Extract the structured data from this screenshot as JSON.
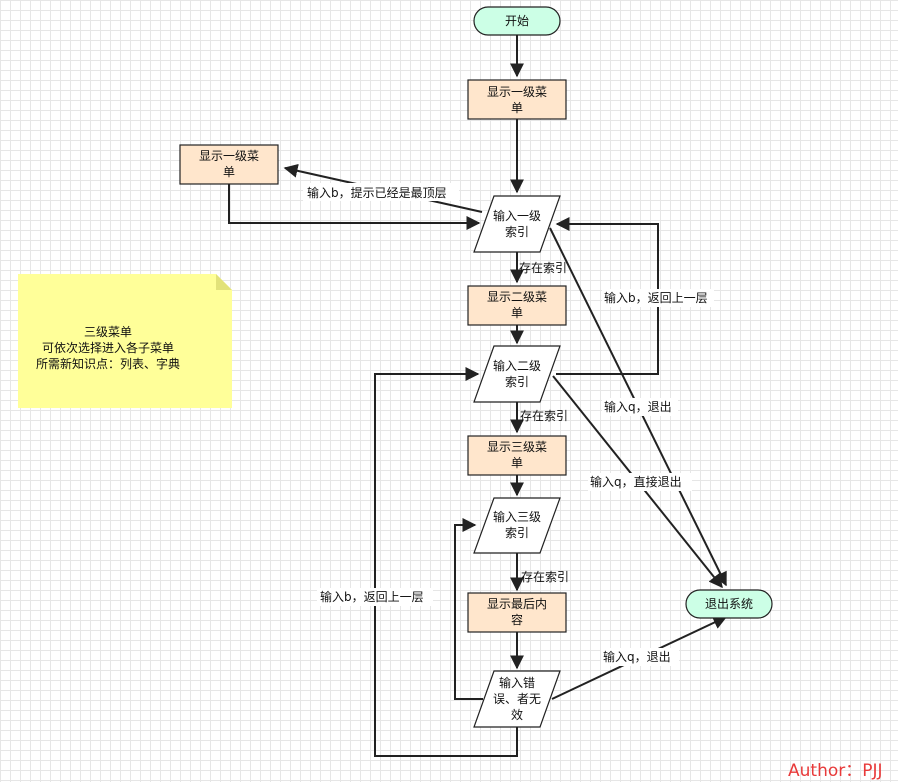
{
  "nodes": {
    "start": "开始",
    "show_level1_top": [
      "显示一级菜",
      "单"
    ],
    "show_level1_left": [
      "显示一级菜",
      "单"
    ],
    "input_level1": [
      "输入一级",
      "索引"
    ],
    "show_level2": [
      "显示二级菜",
      "单"
    ],
    "input_level2": [
      "输入二级",
      "索引"
    ],
    "show_level3": [
      "显示三级菜",
      "单"
    ],
    "input_level3": [
      "输入三级",
      "索引"
    ],
    "show_final": [
      "显示最后内",
      "容"
    ],
    "input_error": [
      "输入错",
      "误、者无",
      "效"
    ],
    "exit": "退出系统"
  },
  "edges": {
    "top_layer_hint": "输入b，提示已经是最顶层",
    "exists_index_1": "存在索引",
    "exists_index_2": "存在索引",
    "exists_index_3": "存在索引",
    "back_up_right": "输入b，返回上一层",
    "quit_1": "输入q，退出",
    "quit_direct": "输入q，直接退出",
    "back_up_left": "输入b，返回上一层",
    "quit_2": "输入q，退出"
  },
  "note": {
    "lines": [
      "三级菜单",
      "可依次选择进入各子菜单",
      "所需新知识点：列表、字典"
    ]
  },
  "author": "Author：PJJ",
  "colors": {
    "terminal_fill": "#ccffe6",
    "process_fill": "#ffe6cc",
    "note_fill": "#ffff99",
    "author_text": "#e83a3a"
  }
}
